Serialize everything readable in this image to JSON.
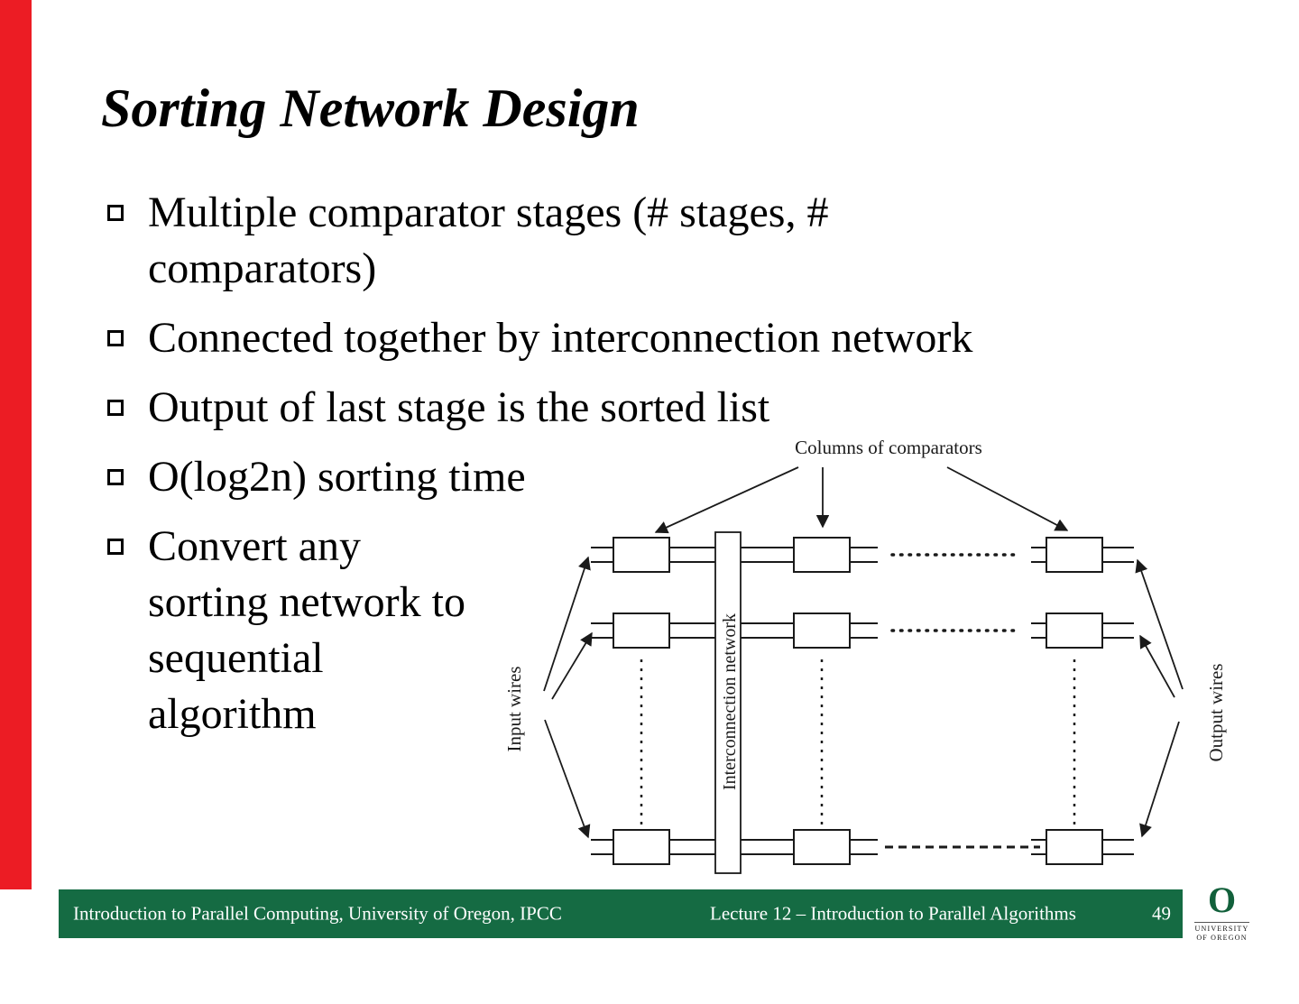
{
  "colors": {
    "accent_red": "#ec1c24",
    "footer_green": "#156b43",
    "logo_green": "#12603b",
    "diagram_ink": "#1a1a1a"
  },
  "slide": {
    "title": "Sorting Network Design",
    "bullets": [
      "Multiple comparator stages (# stages, # comparators)",
      "Connected together by interconnection network",
      "Output of last stage is the sorted list",
      "O(log2n) sorting time",
      "Convert any sorting network to sequential algorithm"
    ]
  },
  "diagram": {
    "labels": {
      "columns_of_comparators": "Columns of comparators",
      "interconnection_network": "Interconnection network",
      "input_wires": "Input wires",
      "output_wires": "Output wires"
    }
  },
  "footer": {
    "left_text": "Introduction to Parallel Computing, University of Oregon, IPCC",
    "center_text": "Lecture 12 – Introduction to Parallel Algorithms",
    "page_number": "49",
    "logo": {
      "letter": "O",
      "line1": "UNIVERSITY",
      "line2": "OF OREGON"
    }
  }
}
